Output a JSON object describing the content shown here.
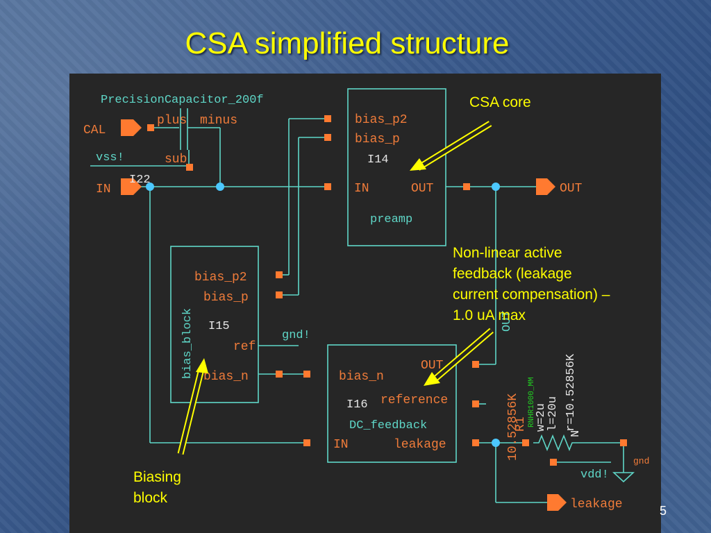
{
  "slide": {
    "title": "CSA simplified structure",
    "page_number": "5"
  },
  "callouts": {
    "csa_core": "CSA core",
    "feedback_lines": [
      "Non-linear active",
      "feedback (leakage",
      "current compensation) –",
      "1.0 uA max"
    ],
    "biasing_lines": [
      "Biasing",
      "block"
    ]
  },
  "schematic": {
    "precision_cap": "PrecisionCapacitor_200f",
    "cap_plus": "plus",
    "cap_minus": "minus",
    "cap_sub": "sub",
    "cap_inst": "I22",
    "pin_cal": "CAL",
    "pin_in": "IN",
    "pin_out": "OUT",
    "pin_leakage": "leakage",
    "vss": "vss!",
    "gnd_bang": "gnd!",
    "vdd": "vdd!",
    "gnd": "gnd",
    "preamp": {
      "bias_p2": "bias_p2",
      "bias_p": "bias_p",
      "inst": "I14",
      "in": "IN",
      "out": "OUT",
      "name": "preamp"
    },
    "bias_block": {
      "bias_p2": "bias_p2",
      "bias_p": "bias_p",
      "inst": "I15",
      "ref": "ref",
      "bias_n": "bias_n",
      "name": "bias_block"
    },
    "dc_feedback": {
      "out": "OUT",
      "bias_n": "bias_n",
      "inst": "I16",
      "reference": "reference",
      "name": "DC_feedback",
      "in": "IN",
      "leakage": "leakage"
    },
    "out_net_label": "OUT",
    "resistor": {
      "value_left": "10.52856K",
      "inst": "R1",
      "model": "RNHR1000_MM",
      "w": "w=2u",
      "l": "l=20u",
      "r": "r=10.52856K",
      "n": "N"
    }
  },
  "colors": {
    "title": "#ffff00",
    "callout": "#ffff00",
    "panel": "#262626",
    "wire": "#5fd7c8",
    "label": "#f07c3a",
    "pin": "#ff7a30",
    "dot": "#4cc8ff",
    "model": "#22d522",
    "white_text": "#e6e6e6"
  }
}
